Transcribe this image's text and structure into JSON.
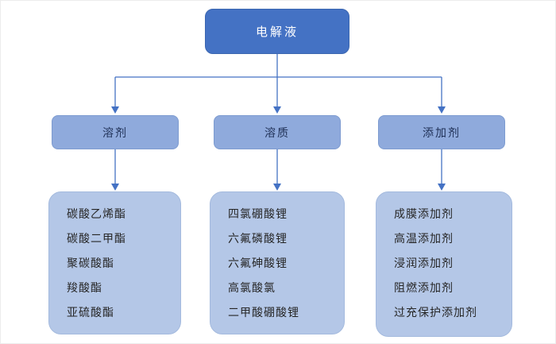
{
  "diagram": {
    "root": {
      "label": "电解液"
    },
    "branches": [
      {
        "label": "溶剂",
        "items": [
          "碳酸乙烯酯",
          "碳酸二甲酯",
          "聚碳酸酯",
          "羧酸酯",
          "亚硫酸酯"
        ]
      },
      {
        "label": "溶质",
        "items": [
          "四氯硼酸锂",
          "六氟磷酸锂",
          "六氟砷酸锂",
          "高氯酸氯",
          "二甲酸硼酸锂"
        ]
      },
      {
        "label": "添加剂",
        "items": [
          "成膜添加剂",
          "高温添加剂",
          "浸润添加剂",
          "阻燃添加剂",
          "过充保护添加剂"
        ]
      }
    ],
    "colors": {
      "root_bg": "#4472C4",
      "branch_bg": "#8FAADC",
      "leaf_bg": "#B4C7E7",
      "line": "#4472C4"
    }
  }
}
